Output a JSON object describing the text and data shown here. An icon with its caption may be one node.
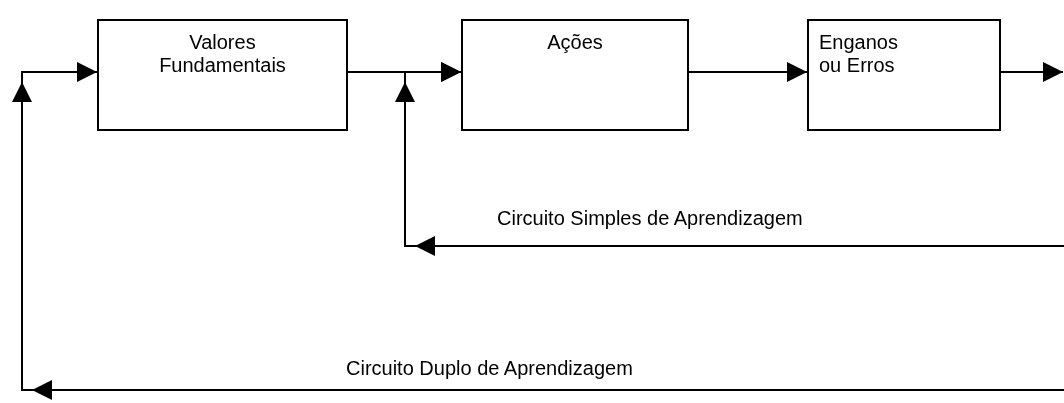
{
  "diagram": {
    "nodes": [
      {
        "text": [
          "Valores Fundamentais"
        ]
      },
      {
        "text": [
          "Ações"
        ]
      },
      {
        "text": [
          "Enganos ou Erros"
        ]
      }
    ],
    "edges": [
      {
        "from": 0,
        "to": 1,
        "arrow": "to"
      },
      {
        "from": 1,
        "to": 2,
        "arrow": "to"
      },
      {
        "from": 2,
        "to": null,
        "arrow": "to"
      },
      {
        "from": null,
        "to": 1,
        "arrow": "to",
        "label": "Circuito Simples de Aprendizagem"
      },
      {
        "from": null,
        "to": 0,
        "arrow": "to",
        "label": "Circuito Duplo de Aprendizagem"
      }
    ]
  }
}
